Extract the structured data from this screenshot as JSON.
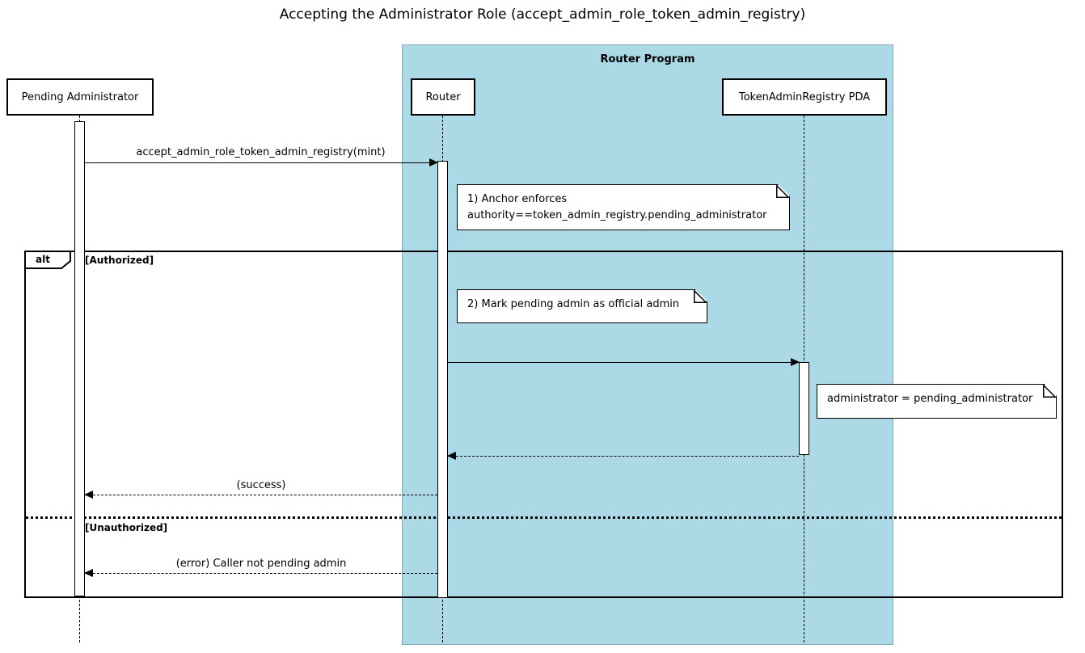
{
  "title": "Accepting the Administrator Role (accept_admin_role_token_admin_registry)",
  "router_frame": {
    "label": "Router Program",
    "bg_color": "#ADD8E6"
  },
  "participants": {
    "pending_admin": "Pending Administrator",
    "router": "Router",
    "pda": "TokenAdminRegistry PDA"
  },
  "messages": {
    "call": "accept_admin_role_token_admin_registry(mint)",
    "success": "(success)",
    "error": "(error) Caller not pending admin"
  },
  "notes": {
    "anchor": "1) Anchor enforces\nauthority==token_admin_registry.pending_administrator",
    "mark": "2) Mark pending admin as official admin",
    "assign": "administrator = pending_administrator"
  },
  "alt": {
    "label": "alt",
    "authorized_guard": "[Authorized]",
    "unauthorized_guard": "[Unauthorized]"
  },
  "colors": {
    "frame_bg": "#ADD8E6",
    "note_bg": "#FFFFFF",
    "line": "#000000"
  }
}
